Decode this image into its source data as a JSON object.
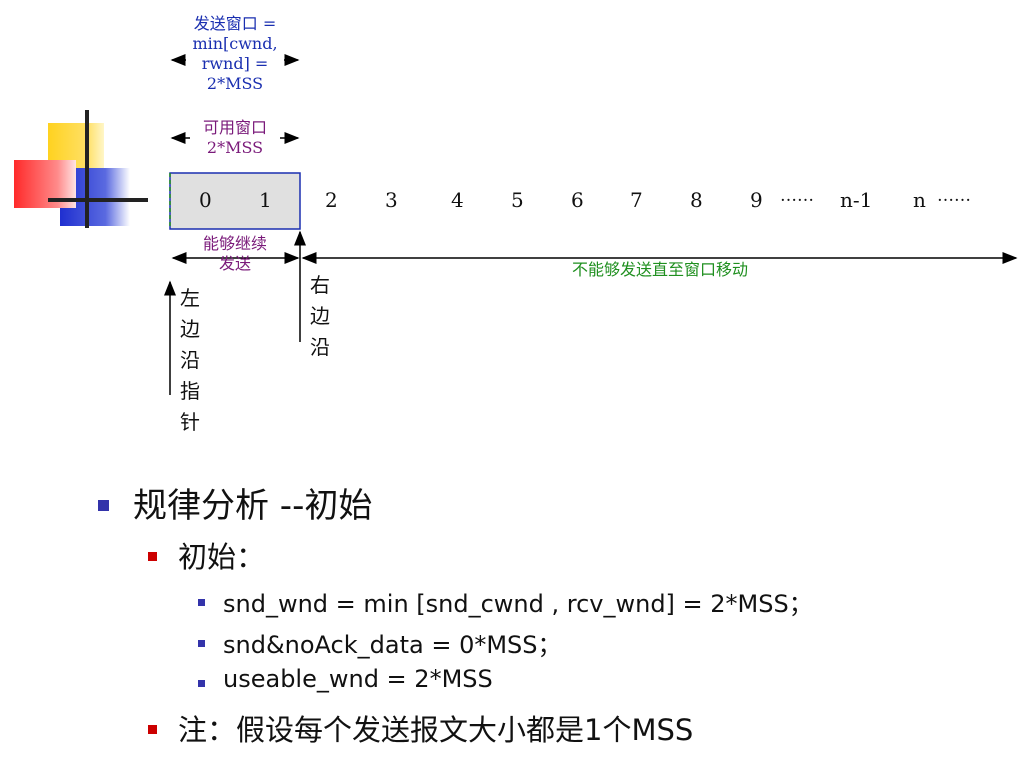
{
  "diagram": {
    "send_window_label": [
      "发送窗口 =",
      "min[cwnd,",
      "rwnd] =",
      "2*MSS"
    ],
    "usable_window_label": [
      "可用窗口",
      "2*MSS"
    ],
    "sequence": [
      "0",
      "1",
      "2",
      "3",
      "4",
      "5",
      "6",
      "7",
      "8",
      "9",
      "……",
      "n-1",
      "n",
      "……"
    ],
    "can_send_label": [
      "能够继续",
      "发送"
    ],
    "cannot_send_label": "不能够发送直至窗口移动",
    "right_edge_label": [
      "右",
      "边",
      "沿"
    ],
    "left_edge_label": [
      "左",
      "边",
      "沿",
      "指",
      "针"
    ]
  },
  "bullets": {
    "level1": "规律分析 --初始",
    "level2_a": "初始：",
    "level3": [
      "snd_wnd = min [snd_cwnd , rcv_wnd] = 2*MSS；",
      "snd&noAck_data = 0*MSS；",
      "useable_wnd = 2*MSS"
    ],
    "level2_b": "注：假设每个发送报文大小都是1个MSS"
  },
  "colors": {
    "send_window_text": "#1a2fb0",
    "usable_window_text": "#7a1a7a",
    "cannot_send_text": "#1f8f1f",
    "level1_bullet": "#3333aa",
    "level2_bullet": "#cc0000",
    "level3_bullet": "#3333aa",
    "window_fill": "#e0e0e0",
    "window_border": "#1a2fb0"
  }
}
